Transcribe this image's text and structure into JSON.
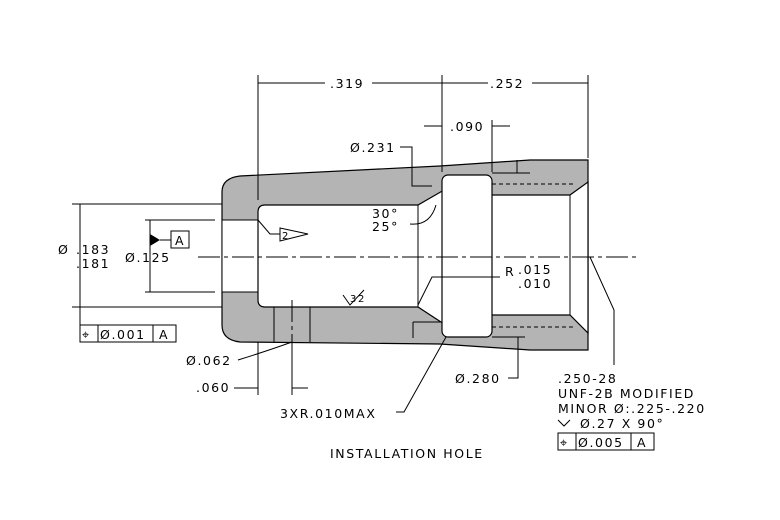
{
  "title": "INSTALLATION HOLE",
  "dimensions": {
    "len_319": ".319",
    "len_252": ".252",
    "len_090": ".090",
    "dia_231": "Ø.231",
    "angle_30": "30°",
    "angle_25": "25°",
    "dia_183": ".183",
    "dia_181": ".181",
    "dia_prefix": "Ø",
    "dia_125": "Ø.125",
    "radius_prefix": "R",
    "radius_015": ".015",
    "radius_010": ".010",
    "surface_finish": "32",
    "dia_062": "Ø.062",
    "len_060": ".060",
    "dia_280": "Ø.280",
    "radius_note": "3XR.010MAX"
  },
  "datum": {
    "label": "A"
  },
  "flag_note": "2",
  "fcf_left": {
    "symbol": "⌖",
    "tolerance": "Ø.001",
    "datum": "A"
  },
  "thread_note": {
    "line1": ".250-28",
    "line2": "UNF-2B MODIFIED",
    "line3": "MINOR Ø:.225-.220",
    "line4": "Ø.27 X 90°"
  },
  "fcf_right": {
    "symbol": "⌖",
    "tolerance": "Ø.005",
    "datum": "A"
  }
}
